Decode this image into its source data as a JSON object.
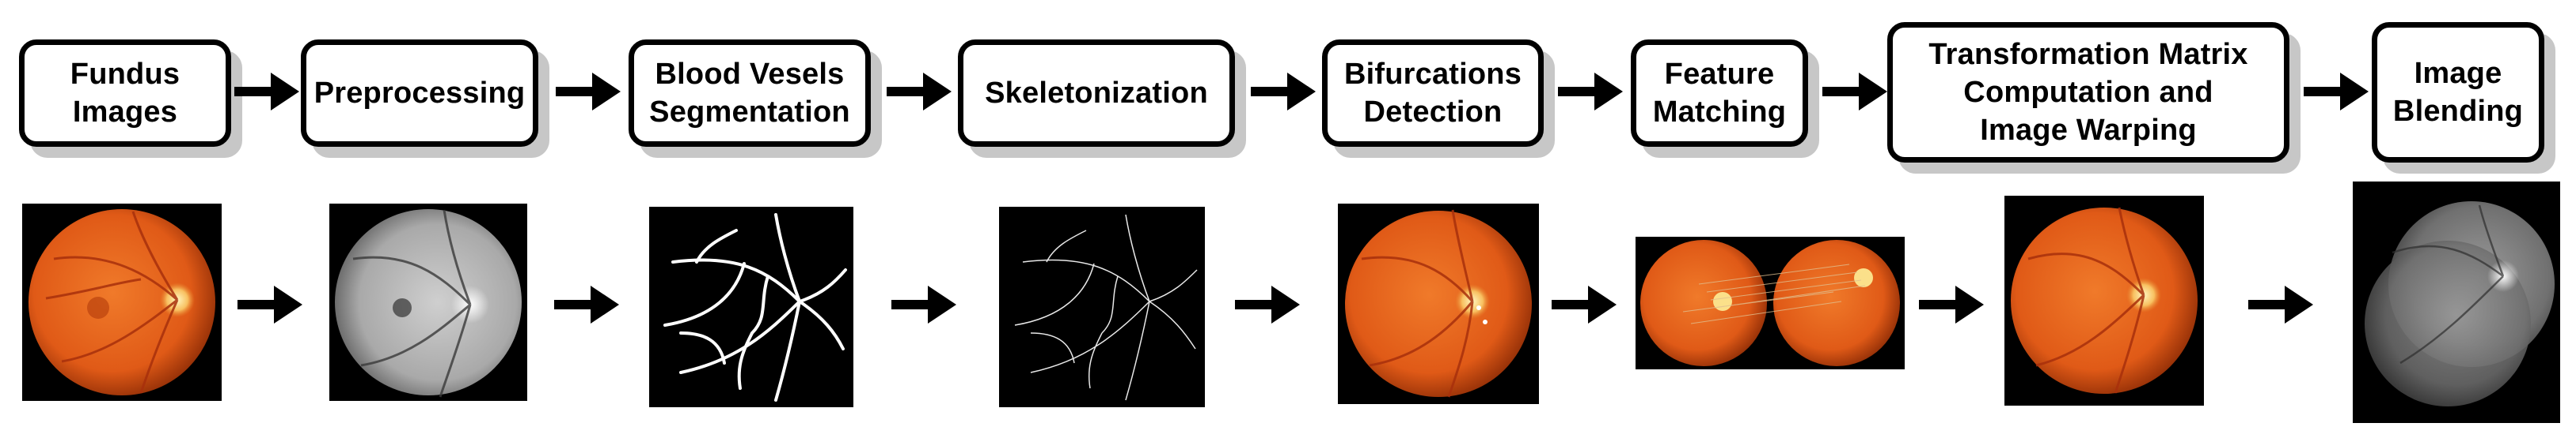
{
  "steps": [
    {
      "id": "fundus-images",
      "label": "Fundus\nImages"
    },
    {
      "id": "preprocessing",
      "label": "Preprocessing"
    },
    {
      "id": "blood-vessels-segmentation",
      "label": "Blood Vesels\nSegmentation"
    },
    {
      "id": "skeletonization",
      "label": "Skeletonization"
    },
    {
      "id": "bifurcations-detection",
      "label": "Bifurcations\nDetection"
    },
    {
      "id": "feature-matching",
      "label": "Feature\nMatching"
    },
    {
      "id": "transformation-matrix",
      "label": "Transformation Matrix\nComputation and\nImage Warping"
    },
    {
      "id": "image-blending",
      "label": "Image\nBlending"
    }
  ],
  "thumbnails": [
    {
      "id": "fundus",
      "icon": "color-fundus-image"
    },
    {
      "id": "gray",
      "icon": "grayscale-fundus-image"
    },
    {
      "id": "segmentation",
      "icon": "vessel-segmentation-image"
    },
    {
      "id": "skeleton",
      "icon": "skeleton-image"
    },
    {
      "id": "bifurcations",
      "icon": "bifurcation-fundus-image"
    },
    {
      "id": "matching",
      "icon": "feature-matching-image"
    },
    {
      "id": "warped",
      "icon": "warped-fundus-image"
    },
    {
      "id": "blended",
      "icon": "blended-grayscale-image"
    }
  ],
  "colors": {
    "box_border": "#000000",
    "box_shadow": "#c7c7c7",
    "arrow": "#000000",
    "fundus_orange": "#e05a17",
    "fundus_dark": "#8a2a05",
    "vessel": "#a8300c",
    "gray_light": "#bdbdbd",
    "gray_dark": "#5a5a5a"
  }
}
